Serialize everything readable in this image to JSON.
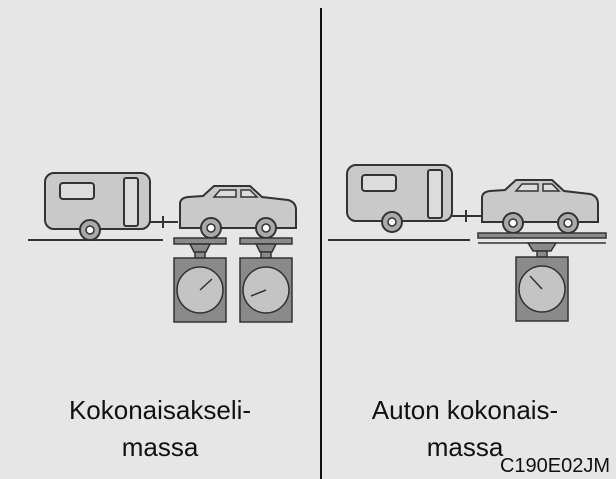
{
  "panels": [
    {
      "caption_line1": "Kokonaisakseli-",
      "caption_line2": "massa",
      "scale_count": 2
    },
    {
      "caption_line1": "Auton kokonais-",
      "caption_line2": "massa",
      "scale_count": 1
    }
  ],
  "figure_code": "C190E02JM",
  "colors": {
    "background": "#e6e6e6",
    "vehicle_fill": "#c9c9c9",
    "scale_fill": "#8a8a8a",
    "dial_face": "#c4c4c4",
    "line": "#333333"
  }
}
